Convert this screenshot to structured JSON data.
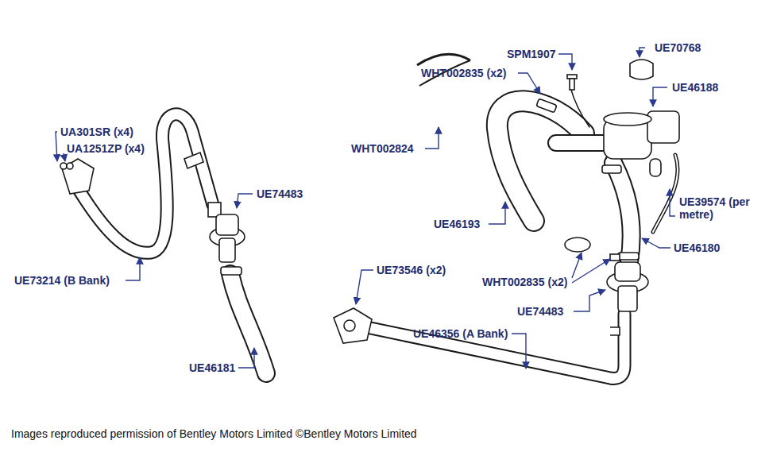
{
  "diagram": {
    "caption": "Images reproduced permission of Bentley Motors Limited ©Bentley Motors Limited",
    "labels": [
      "UE70768",
      "SPM1907",
      "WHT002835 (x2)",
      "UE46188",
      "UA301SR (x4)",
      "UA1251ZP (x4)",
      "WHT002824",
      "UE74483",
      "UE39574 (per metre)",
      "UE46193",
      "UE46180",
      "UE73546 (x2)",
      "UE73214 (B Bank)",
      "WHT002835 (x2)",
      "UE74483",
      "UE46356 (A Bank)",
      "UE46181"
    ]
  }
}
